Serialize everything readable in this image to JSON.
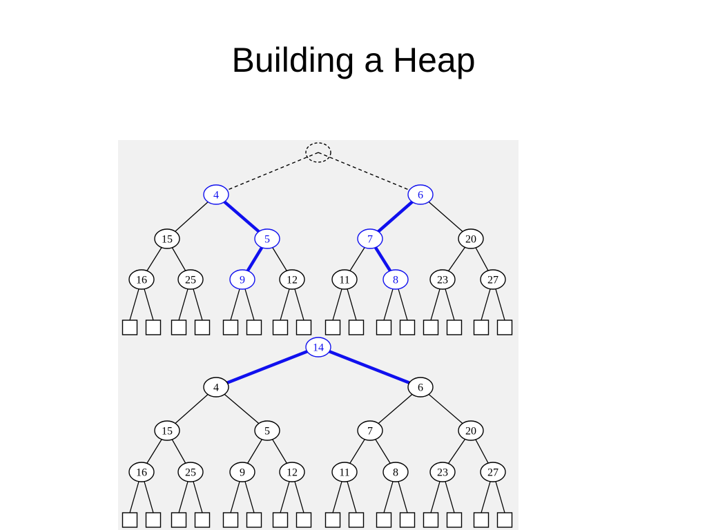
{
  "slide": {
    "title": "Building a Heap"
  },
  "colors": {
    "highlight": "#1010ee",
    "normal": "#000000",
    "figure_background": "#f1f1f1",
    "node_fill": "#ffffff"
  },
  "diagram": {
    "stages": [
      {
        "name": "before",
        "root": {
          "key": "",
          "empty": true,
          "dashed": true,
          "highlight": false,
          "edge_style": "dashed"
        },
        "levels": [
          [
            {
              "key": "4",
              "highlight": true
            },
            {
              "key": "6",
              "highlight": true
            }
          ],
          [
            {
              "key": "15",
              "highlight": false
            },
            {
              "key": "5",
              "highlight": true
            },
            {
              "key": "7",
              "highlight": true
            },
            {
              "key": "20",
              "highlight": false
            }
          ],
          [
            {
              "key": "16",
              "highlight": false
            },
            {
              "key": "25",
              "highlight": false
            },
            {
              "key": "9",
              "highlight": true
            },
            {
              "key": "12",
              "highlight": false
            },
            {
              "key": "11",
              "highlight": false
            },
            {
              "key": "8",
              "highlight": true
            },
            {
              "key": "23",
              "highlight": false
            },
            {
              "key": "27",
              "highlight": false
            }
          ]
        ],
        "highlighted_edges": [
          [
            "4",
            "5"
          ],
          [
            "5",
            "9"
          ],
          [
            "6",
            "7"
          ],
          [
            "7",
            "8"
          ]
        ]
      },
      {
        "name": "after",
        "root": {
          "key": "14",
          "empty": false,
          "dashed": false,
          "highlight": true,
          "edge_style": "highlight"
        },
        "levels": [
          [
            {
              "key": "4",
              "highlight": false
            },
            {
              "key": "6",
              "highlight": false
            }
          ],
          [
            {
              "key": "15",
              "highlight": false
            },
            {
              "key": "5",
              "highlight": false
            },
            {
              "key": "7",
              "highlight": false
            },
            {
              "key": "20",
              "highlight": false
            }
          ],
          [
            {
              "key": "16",
              "highlight": false
            },
            {
              "key": "25",
              "highlight": false
            },
            {
              "key": "9",
              "highlight": false
            },
            {
              "key": "12",
              "highlight": false
            },
            {
              "key": "11",
              "highlight": false
            },
            {
              "key": "8",
              "highlight": false
            },
            {
              "key": "23",
              "highlight": false
            },
            {
              "key": "27",
              "highlight": false
            }
          ]
        ],
        "highlighted_edges": [
          [
            "14",
            "4"
          ],
          [
            "14",
            "6"
          ]
        ]
      }
    ]
  }
}
